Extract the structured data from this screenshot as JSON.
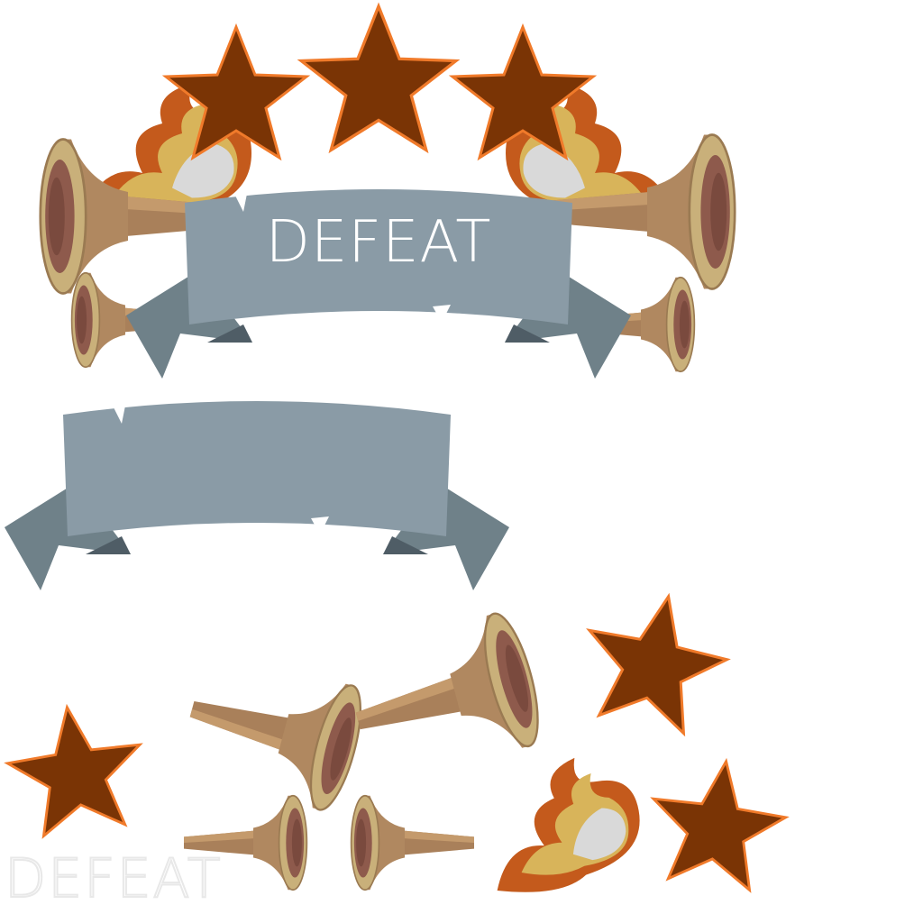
{
  "main_banner": {
    "label": "DEFEAT",
    "text_color": "#ffffff"
  },
  "spare_banner": {
    "label": ""
  },
  "outline_label": "DEFEAT",
  "colors": {
    "star_fill": "#7a3405",
    "star_stroke": "#f07a2a",
    "ribbon_face": "#8a9ba6",
    "ribbon_tail": "#6f8189",
    "ribbon_fold": "#4f5d66",
    "horn_rim": "#c9b07a",
    "horn_body": "#a9805a",
    "horn_bell": "#8e5a4c",
    "flame_outer": "#c45a1c",
    "flame_mid": "#d8b45a",
    "flame_core": "#d9d9d9"
  },
  "icons": [
    "star-icon",
    "horn-icon",
    "flame-icon",
    "ribbon-banner"
  ]
}
